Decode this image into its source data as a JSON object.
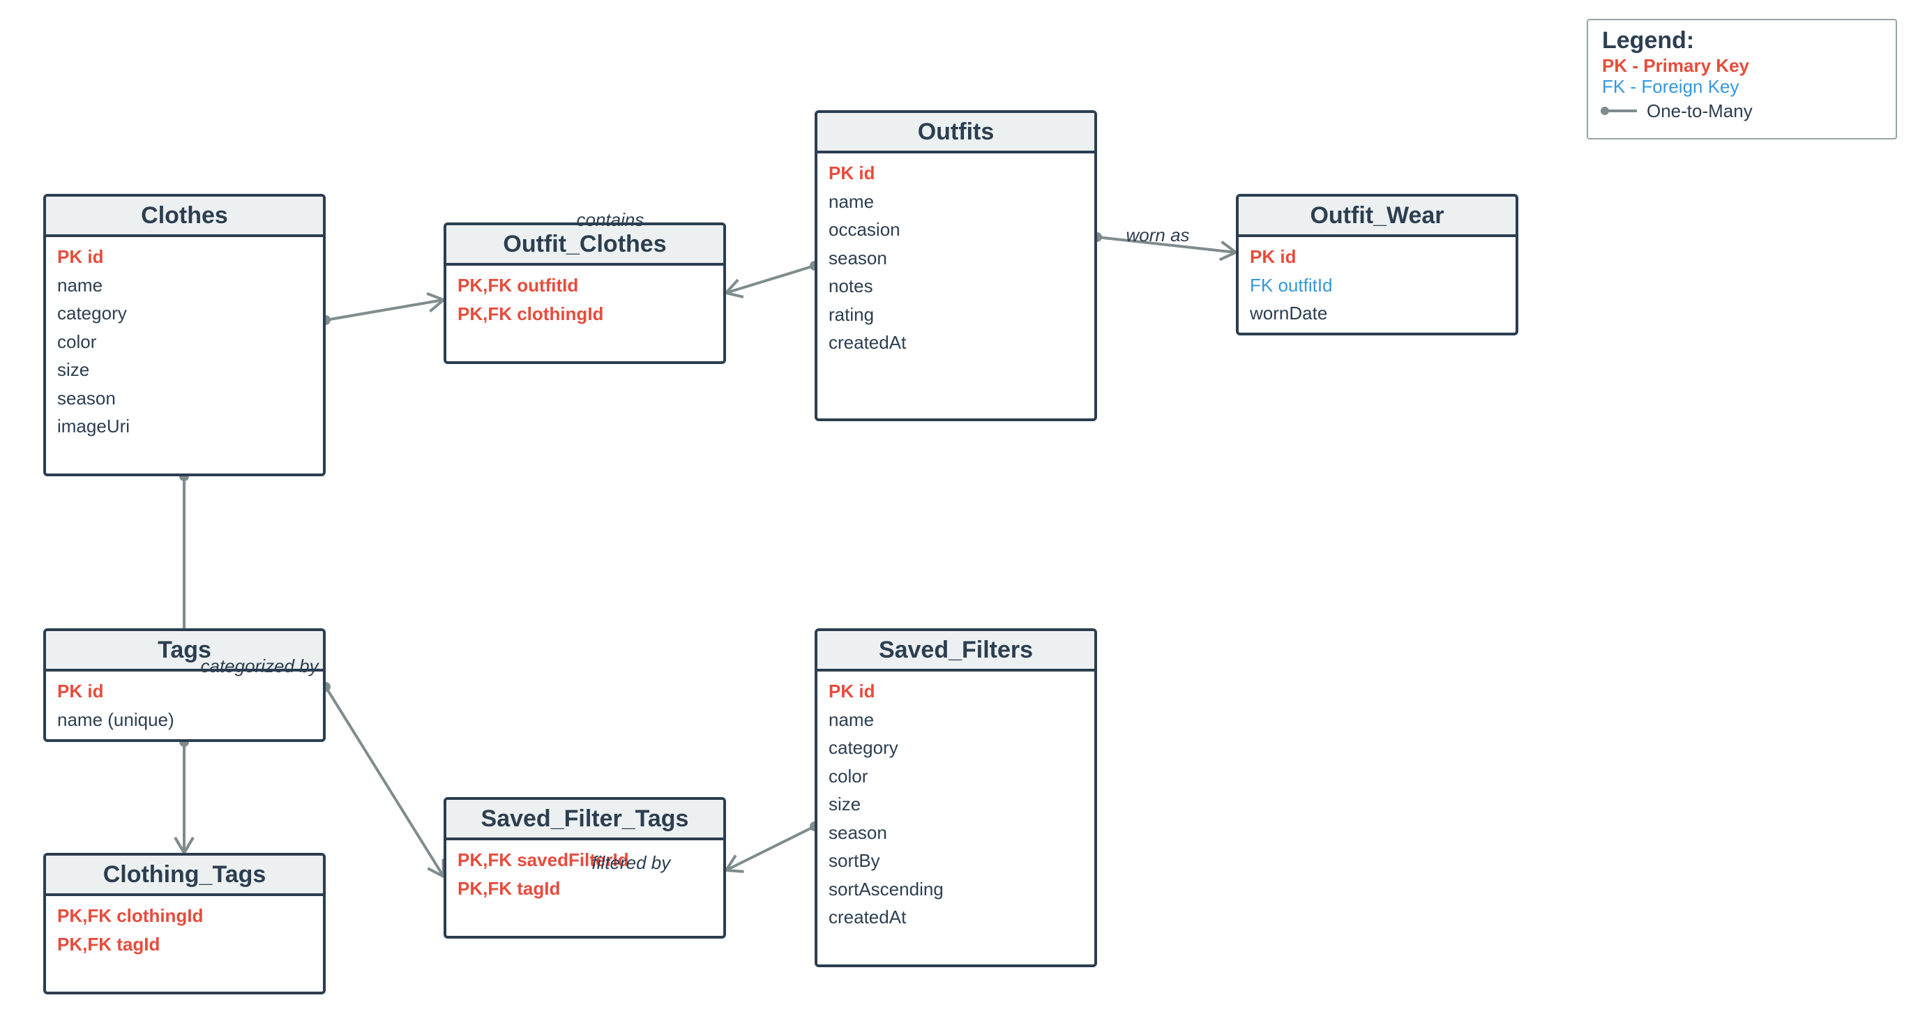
{
  "entities": [
    {
      "key": "clothes",
      "name": "Clothes",
      "fields": [
        {
          "label": "PK id",
          "kind": "pk"
        },
        {
          "label": "name",
          "kind": "normal"
        },
        {
          "label": "category",
          "kind": "normal"
        },
        {
          "label": "color",
          "kind": "normal"
        },
        {
          "label": "size",
          "kind": "normal"
        },
        {
          "label": "season",
          "kind": "normal"
        },
        {
          "label": "imageUri",
          "kind": "normal"
        }
      ]
    },
    {
      "key": "outfit_clothes",
      "name": "Outfit_Clothes",
      "fields": [
        {
          "label": "PK,FK outfitId",
          "kind": "pk"
        },
        {
          "label": "PK,FK clothingId",
          "kind": "pk"
        }
      ]
    },
    {
      "key": "outfits",
      "name": "Outfits",
      "fields": [
        {
          "label": "PK id",
          "kind": "pk"
        },
        {
          "label": "name",
          "kind": "normal"
        },
        {
          "label": "occasion",
          "kind": "normal"
        },
        {
          "label": "season",
          "kind": "normal"
        },
        {
          "label": "notes",
          "kind": "normal"
        },
        {
          "label": "rating",
          "kind": "normal"
        },
        {
          "label": "createdAt",
          "kind": "normal"
        }
      ]
    },
    {
      "key": "outfit_wear",
      "name": "Outfit_Wear",
      "fields": [
        {
          "label": "PK id",
          "kind": "pk"
        },
        {
          "label": "FK outfitId",
          "kind": "fk"
        },
        {
          "label": "wornDate",
          "kind": "normal"
        }
      ]
    },
    {
      "key": "tags",
      "name": "Tags",
      "fields": [
        {
          "label": "PK id",
          "kind": "pk"
        },
        {
          "label": "name (unique)",
          "kind": "normal"
        }
      ]
    },
    {
      "key": "saved_filters",
      "name": "Saved_Filters",
      "fields": [
        {
          "label": "PK id",
          "kind": "pk"
        },
        {
          "label": "name",
          "kind": "normal"
        },
        {
          "label": "category",
          "kind": "normal"
        },
        {
          "label": "color",
          "kind": "normal"
        },
        {
          "label": "size",
          "kind": "normal"
        },
        {
          "label": "season",
          "kind": "normal"
        },
        {
          "label": "sortBy",
          "kind": "normal"
        },
        {
          "label": "sortAscending",
          "kind": "normal"
        },
        {
          "label": "createdAt",
          "kind": "normal"
        }
      ]
    },
    {
      "key": "saved_filter_tags",
      "name": "Saved_Filter_Tags",
      "fields": [
        {
          "label": "PK,FK savedFilterId",
          "kind": "pk"
        },
        {
          "label": "PK,FK tagId",
          "kind": "pk"
        }
      ]
    },
    {
      "key": "clothing_tags",
      "name": "Clothing_Tags",
      "fields": [
        {
          "label": "PK,FK clothingId",
          "kind": "pk"
        },
        {
          "label": "PK,FK tagId",
          "kind": "pk"
        }
      ]
    }
  ],
  "relationships": [
    {
      "key": "clothes_outfit_clothes",
      "from": "clothes",
      "to": "outfit_clothes",
      "label": "contains",
      "type": "one-to-many"
    },
    {
      "key": "outfits_outfit_clothes",
      "from": "outfits",
      "to": "outfit_clothes",
      "label": "",
      "type": "one-to-many"
    },
    {
      "key": "outfits_outfit_wear",
      "from": "outfits",
      "to": "outfit_wear",
      "label": "worn as",
      "type": "one-to-many"
    },
    {
      "key": "clothes_clothing_tags",
      "from": "clothes",
      "to": "clothing_tags",
      "label": "categorized by",
      "type": "one-to-many"
    },
    {
      "key": "tags_clothing_tags",
      "from": "tags",
      "to": "clothing_tags",
      "label": "",
      "type": "one-to-many"
    },
    {
      "key": "tags_saved_filter_tags",
      "from": "tags",
      "to": "saved_filter_tags",
      "label": "",
      "type": "one-to-many"
    },
    {
      "key": "saved_filters_saved_filter_tags",
      "from": "saved_filters",
      "to": "saved_filter_tags",
      "label": "filtered by",
      "type": "one-to-many"
    }
  ],
  "legend": {
    "title": "Legend:",
    "pk": "PK - Primary Key",
    "fk": "FK - Foreign Key",
    "relationship": "One-to-Many"
  },
  "colors": {
    "pk": "#e74c3c",
    "fk": "#3498db",
    "text": "#2c3e50",
    "header_bg": "#ecf0f1",
    "border": "#2c3e50",
    "line": "#7f8c8d"
  }
}
